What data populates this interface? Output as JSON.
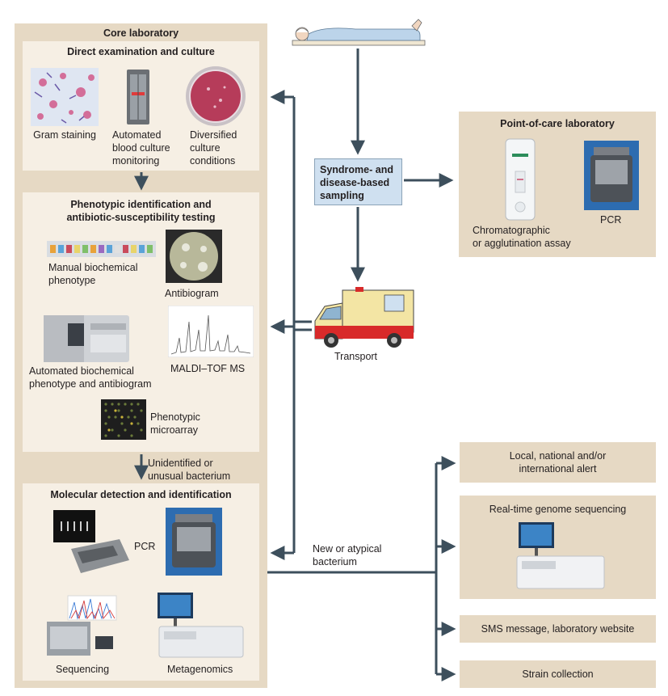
{
  "core": {
    "title": "Core laboratory",
    "direct": {
      "title": "Direct examination and culture",
      "gram": "Gram staining",
      "blood1": "Automated",
      "blood2": "blood culture",
      "blood3": "monitoring",
      "div1": "Diversified",
      "div2": "culture",
      "div3": "conditions"
    },
    "pheno": {
      "title1": "Phenotypic identification and",
      "title2": "antibiotic-susceptibility testing",
      "manual1": "Manual biochemical",
      "manual2": "phenotype",
      "antibiogram": "Antibiogram",
      "auto1": "Automated biochemical",
      "auto2": "phenotype and antibiogram",
      "maldi": "MALDI–TOF MS",
      "micro1": "Phenotypic",
      "micro2": "microarray"
    },
    "unidentified1": "Unidentified or",
    "unidentified2": "unusual bacterium",
    "molecular": {
      "title": "Molecular detection and identification",
      "pcr": "PCR",
      "sequencing": "Sequencing",
      "metagenomics": "Metagenomics"
    }
  },
  "sampling": {
    "l1": "Syndrome- and",
    "l2": "disease-based",
    "l3": "sampling"
  },
  "transport": "Transport",
  "poc": {
    "title": "Point-of-care laboratory",
    "chrom1": "Chromatographic",
    "chrom2": "or agglutination assay",
    "pcr": "PCR"
  },
  "new_bacterium1": "New or atypical",
  "new_bacterium2": "bacterium",
  "outputs": {
    "alert1": "Local, national and/or",
    "alert2": "international alert",
    "genome": "Real-time genome sequencing",
    "sms": "SMS message, laboratory website",
    "strain": "Strain collection"
  },
  "colors": {
    "outer": "#e6d9c4",
    "inner": "#f6efe4",
    "arrow": "#3d4f5c",
    "sampling_box": "#cfe0f0"
  }
}
